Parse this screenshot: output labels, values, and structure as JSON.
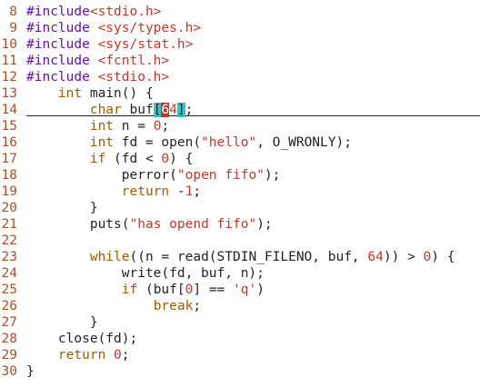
{
  "editor": {
    "cursor_line": 14,
    "colors": {
      "line_number": "#a0522d",
      "preprocessor": "#6a0dad",
      "include_path": "#c0392b",
      "keyword": "#a05a00",
      "string": "#c0392b",
      "number": "#c0392b",
      "matching_paren_highlight": "#33c6c6",
      "cursor": "#c0392b"
    },
    "lines": [
      {
        "n": "8",
        "tokens": [
          {
            "t": "#include",
            "c": "pp"
          },
          {
            "t": "<stdio.h>",
            "c": "inc"
          }
        ]
      },
      {
        "n": "9",
        "tokens": [
          {
            "t": "#include ",
            "c": "pp"
          },
          {
            "t": "<sys/types.h>",
            "c": "inc"
          }
        ]
      },
      {
        "n": "10",
        "tokens": [
          {
            "t": "#include ",
            "c": "pp"
          },
          {
            "t": "<sys/stat.h>",
            "c": "inc"
          }
        ]
      },
      {
        "n": "11",
        "tokens": [
          {
            "t": "#include ",
            "c": "pp"
          },
          {
            "t": "<fcntl.h>",
            "c": "inc"
          }
        ]
      },
      {
        "n": "12",
        "tokens": [
          {
            "t": "#include ",
            "c": "pp"
          },
          {
            "t": "<stdio.h>",
            "c": "inc"
          }
        ]
      },
      {
        "n": "13",
        "tokens": [
          {
            "t": "    "
          },
          {
            "t": "int",
            "c": "kw"
          },
          {
            "t": " main() {"
          }
        ]
      },
      {
        "n": "14",
        "tokens": [
          {
            "t": "        "
          },
          {
            "t": "char",
            "c": "kw"
          },
          {
            "t": " buf"
          },
          {
            "t": "[",
            "c": "paren"
          },
          {
            "t": "6",
            "c": "cursor"
          },
          {
            "t": "4",
            "c": "num"
          },
          {
            "t": "]",
            "c": "paren"
          },
          {
            "t": ";"
          }
        ]
      },
      {
        "n": "15",
        "tokens": [
          {
            "t": "        "
          },
          {
            "t": "int",
            "c": "kw"
          },
          {
            "t": " n = "
          },
          {
            "t": "0",
            "c": "num"
          },
          {
            "t": ";"
          }
        ]
      },
      {
        "n": "16",
        "tokens": [
          {
            "t": "        "
          },
          {
            "t": "int",
            "c": "kw"
          },
          {
            "t": " fd = open("
          },
          {
            "t": "\"hello\"",
            "c": "str"
          },
          {
            "t": ", O_WRONLY);"
          }
        ]
      },
      {
        "n": "17",
        "tokens": [
          {
            "t": "        "
          },
          {
            "t": "if",
            "c": "kw"
          },
          {
            "t": " (fd < "
          },
          {
            "t": "0",
            "c": "num"
          },
          {
            "t": ") {"
          }
        ]
      },
      {
        "n": "18",
        "tokens": [
          {
            "t": "            perror("
          },
          {
            "t": "\"open fifo\"",
            "c": "str"
          },
          {
            "t": ");"
          }
        ]
      },
      {
        "n": "19",
        "tokens": [
          {
            "t": "            "
          },
          {
            "t": "return",
            "c": "kw"
          },
          {
            "t": " -"
          },
          {
            "t": "1",
            "c": "num"
          },
          {
            "t": ";"
          }
        ]
      },
      {
        "n": "20",
        "tokens": [
          {
            "t": "        }"
          }
        ]
      },
      {
        "n": "21",
        "tokens": [
          {
            "t": "        puts("
          },
          {
            "t": "\"has opend fifo\"",
            "c": "str"
          },
          {
            "t": ");"
          }
        ]
      },
      {
        "n": "22",
        "tokens": []
      },
      {
        "n": "23",
        "tokens": [
          {
            "t": "        "
          },
          {
            "t": "while",
            "c": "kw"
          },
          {
            "t": "((n = read(STDIN_FILENO, buf, "
          },
          {
            "t": "64",
            "c": "num"
          },
          {
            "t": ")) > "
          },
          {
            "t": "0",
            "c": "num"
          },
          {
            "t": ") {"
          }
        ]
      },
      {
        "n": "24",
        "tokens": [
          {
            "t": "            write(fd, buf, n);"
          }
        ]
      },
      {
        "n": "25",
        "tokens": [
          {
            "t": "            "
          },
          {
            "t": "if",
            "c": "kw"
          },
          {
            "t": " (buf["
          },
          {
            "t": "0",
            "c": "num"
          },
          {
            "t": "] == "
          },
          {
            "t": "'q'",
            "c": "str"
          },
          {
            "t": ")"
          }
        ]
      },
      {
        "n": "26",
        "tokens": [
          {
            "t": "                "
          },
          {
            "t": "break",
            "c": "kw"
          },
          {
            "t": ";"
          }
        ]
      },
      {
        "n": "27",
        "tokens": [
          {
            "t": "        }"
          }
        ]
      },
      {
        "n": "28",
        "tokens": [
          {
            "t": "    close(fd);"
          }
        ]
      },
      {
        "n": "29",
        "tokens": [
          {
            "t": "    "
          },
          {
            "t": "return",
            "c": "kw"
          },
          {
            "t": " "
          },
          {
            "t": "0",
            "c": "num"
          },
          {
            "t": ";"
          }
        ]
      },
      {
        "n": "30",
        "tokens": [
          {
            "t": "}"
          }
        ]
      }
    ]
  }
}
